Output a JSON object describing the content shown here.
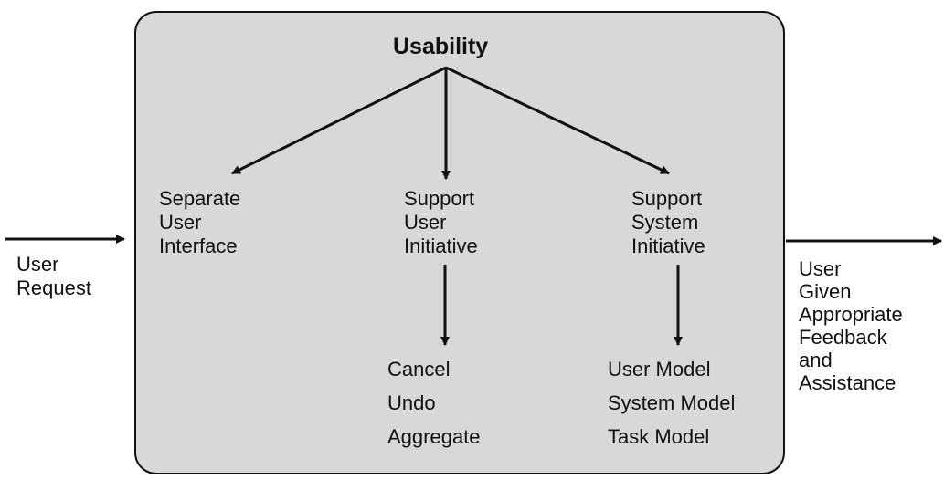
{
  "title": "Usability",
  "input_label": [
    "User",
    "Request"
  ],
  "output_label": [
    "User",
    "Given",
    "Appropriate",
    "Feedback",
    "and",
    "Assistance"
  ],
  "branches": {
    "separate": [
      "Separate",
      "User",
      "Interface"
    ],
    "user_initiative": [
      "Support",
      "User",
      "Initiative"
    ],
    "system_initiative": [
      "Support",
      "System",
      "Initiative"
    ]
  },
  "user_initiative_items": [
    "Cancel",
    "Undo",
    "Aggregate"
  ],
  "system_initiative_items": [
    "User Model",
    "System Model",
    "Task Model"
  ]
}
